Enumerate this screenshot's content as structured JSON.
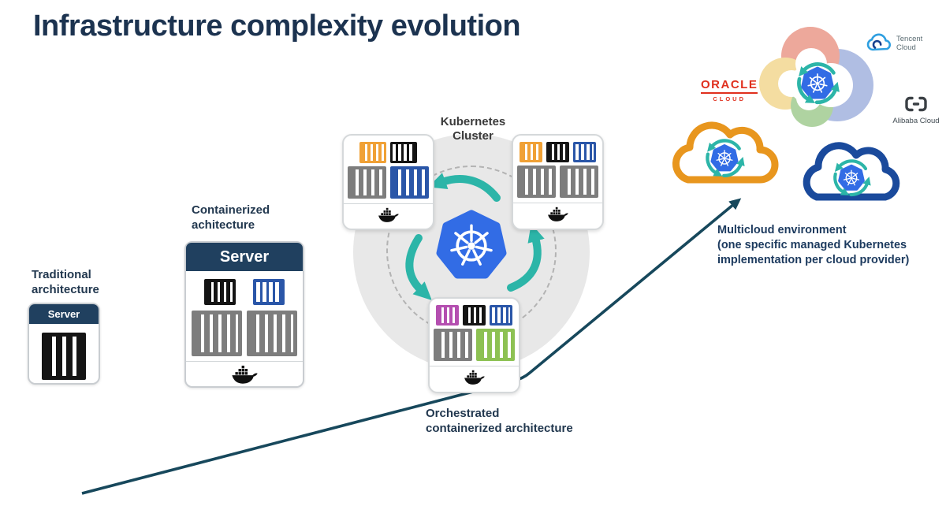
{
  "title": "Infrastructure complexity evolution",
  "stage1": {
    "label": "Traditional\narchitecture",
    "server_title": "Server"
  },
  "stage2": {
    "label": "Containerized\nachitecture",
    "server_title": "Server"
  },
  "stage3": {
    "cluster_label": "Kubernetes\nCluster",
    "caption": "Orchestrated\ncontainerized architecture"
  },
  "stage4": {
    "caption": "Multicloud environment\n(one specific managed Kubernetes\nimplementation per cloud provider)",
    "oracle_name": "ORACLE",
    "oracle_sub": "CLOUD",
    "tencent_name": "Tencent\nCloud",
    "alibaba_name": "Alibaba Cloud"
  },
  "colors": {
    "title_navy": "#1c3350",
    "server_header_navy": "#20405f",
    "teal_arrow": "#2cb5a8",
    "trend_line": "#17485c",
    "k8s_blue": "#326ce5",
    "oracle_red": "#e0301e",
    "orange_cloud": "#e8961e",
    "blue_cloud": "#1a4a9c",
    "tencent_blue": "#2f9fe0",
    "gray_circle": "#e8e8e8",
    "container_orange": "#f0a136",
    "container_black": "#141414",
    "container_gray": "#7d7d7d",
    "container_blue": "#2a56a8",
    "container_magenta": "#b44fb0",
    "container_green": "#8dc153"
  },
  "containers": {
    "stage1_row": [
      {
        "color": "#141414",
        "style": "solid",
        "size": "xl"
      }
    ],
    "stage2_row1": [
      {
        "color": "#141414",
        "style": "solid",
        "size": "s2"
      },
      {
        "color": "#2a56a8",
        "style": "outline",
        "size": "s2"
      }
    ],
    "stage2_row2": [
      {
        "color": "#7d7d7d",
        "style": "solid",
        "size": "l2"
      },
      {
        "color": "#7d7d7d",
        "style": "solid",
        "size": "l2"
      }
    ],
    "node_tl_row1": [
      {
        "color": "#f0a136",
        "style": "solid",
        "size": "s"
      },
      {
        "color": "#141414",
        "style": "outline",
        "size": "s"
      }
    ],
    "node_tl_row2": [
      {
        "color": "#7d7d7d",
        "style": "solid",
        "size": "m"
      },
      {
        "color": "#2a56a8",
        "style": "solid",
        "size": "m"
      }
    ],
    "node_tr_row1": [
      {
        "color": "#f0a136",
        "style": "solid",
        "size": "s3"
      },
      {
        "color": "#141414",
        "style": "solid",
        "size": "s3"
      },
      {
        "color": "#2a56a8",
        "style": "outline",
        "size": "s3"
      }
    ],
    "node_tr_row2": [
      {
        "color": "#7d7d7d",
        "style": "solid",
        "size": "m"
      },
      {
        "color": "#7d7d7d",
        "style": "solid",
        "size": "m"
      }
    ],
    "node_b_row1": [
      {
        "color": "#b44fb0",
        "style": "solid",
        "size": "s3"
      },
      {
        "color": "#141414",
        "style": "solid",
        "size": "s3"
      },
      {
        "color": "#2a56a8",
        "style": "outline",
        "size": "s3"
      }
    ],
    "node_b_row2": [
      {
        "color": "#7d7d7d",
        "style": "solid",
        "size": "m"
      },
      {
        "color": "#8dc153",
        "style": "solid",
        "size": "m"
      }
    ]
  }
}
